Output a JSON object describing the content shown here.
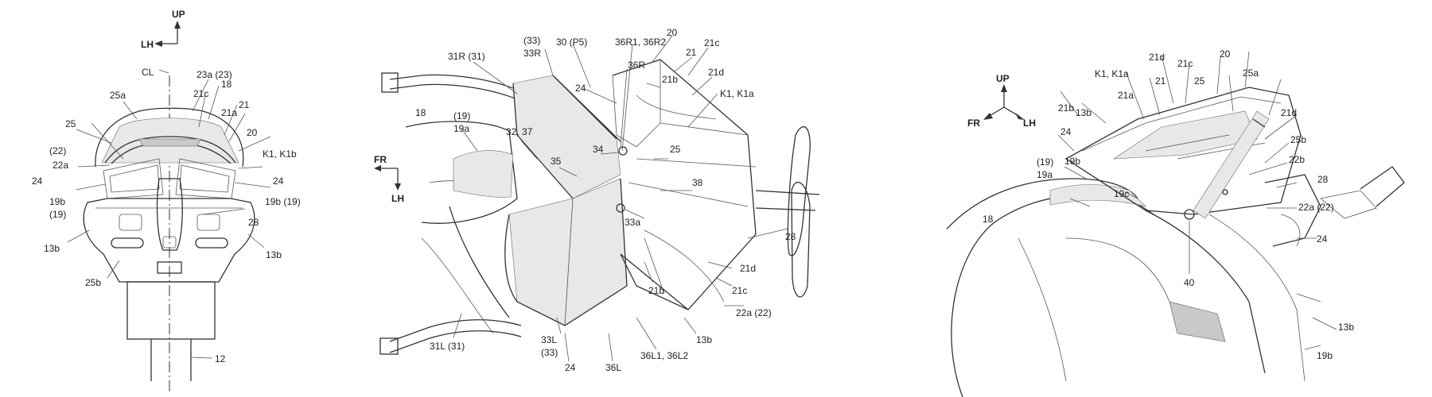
{
  "figures": [
    {
      "id": "rear-view",
      "axis": {
        "up": "UP",
        "left": "LH"
      },
      "labels": {
        "cl": "CL",
        "l23a": "23a (23)",
        "l18": "18",
        "l21c": "21c",
        "l25a": "25a",
        "l21a": "21a",
        "l21": "21",
        "l25": "25",
        "l20": "20",
        "l22": "(22)",
        "l22a": "22a",
        "lk1": "K1, K1b",
        "l24_left": "24",
        "l24_right": "24",
        "l19b_left": "19b",
        "l19_left": "(19)",
        "l19b_right": "19b (19)",
        "l28": "28",
        "l13b_left": "13b",
        "l13b_right": "13b",
        "l25b": "25b",
        "l12": "12"
      }
    },
    {
      "id": "top-perspective-view",
      "axis": {
        "fr": "FR",
        "lh": "LH"
      },
      "labels": {
        "l33": "(33)",
        "l33R": "33R",
        "l30": "30 (P5)",
        "l36R1": "36R1, 36R2",
        "l20": "20",
        "l31R": "31R (31)",
        "l36R": "36R",
        "l21": "21",
        "l21c_top": "21c",
        "l21b_top": "21b",
        "l21d_top": "21d",
        "l24_top": "24",
        "lk1": "K1, K1a",
        "l18": "18",
        "l19": "(19)",
        "l19a": "19a",
        "l3237": "32, 37",
        "l34": "34",
        "l25": "25",
        "l35": "35",
        "l38": "38",
        "l33a": "33a",
        "l28": "28",
        "l21d_bot": "21d",
        "l21b_bot": "21b",
        "l21c_bot": "21c",
        "l22a": "22a (22)",
        "l33L": "33L",
        "l33_bot": "(33)",
        "l13b": "13b",
        "l31L": "31L (31)",
        "l24_bot": "24",
        "l36L": "36L",
        "l36L1": "36L1, 36L2"
      }
    },
    {
      "id": "side-perspective-view",
      "axis": {
        "up": "UP",
        "fr": "FR",
        "lh": "LH"
      },
      "labels": {
        "l21d_top": "21d",
        "l20": "20",
        "lk1": "K1, K1a",
        "l21c": "21c",
        "l25a": "25a",
        "l21": "21",
        "l25": "25",
        "l21a": "21a",
        "l21b": "21b",
        "l13b_top": "13b",
        "l21d_right": "21d",
        "l24_top": "24",
        "l25b": "25b",
        "l19": "(19)",
        "l19a": "19a",
        "l19b_top": "19b",
        "l22b": "22b",
        "l28": "28",
        "l19c": "19c",
        "l18": "18",
        "l22a": "22a (22)",
        "l24_right": "24",
        "l40": "40",
        "l13b_bot": "13b",
        "l19b_bot": "19b"
      }
    }
  ]
}
